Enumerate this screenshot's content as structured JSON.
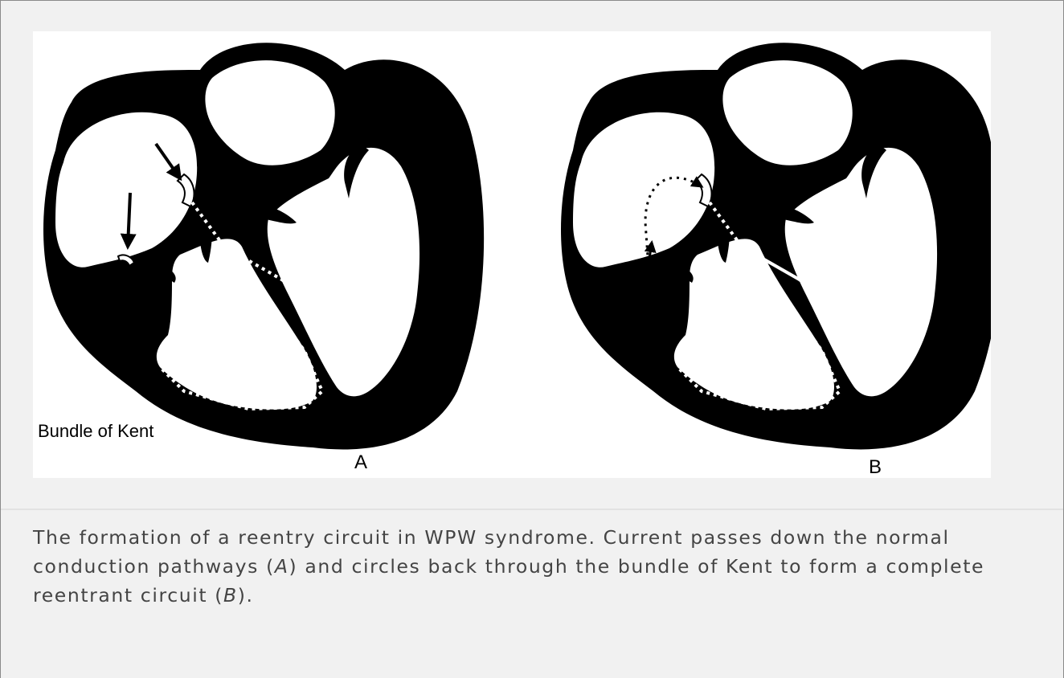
{
  "figure": {
    "kent_label": "Bundle of Kent",
    "panel_a_label": "A",
    "panel_b_label": "B"
  },
  "caption": {
    "part1": "The formation of a reentry circuit in WPW syndrome. Current passes down the normal conduction pathways (",
    "ref_a": "A",
    "part2": ") and circles back through the bundle of Kent to form a complete reentrant circuit (",
    "ref_b": "B",
    "part3": ")."
  },
  "colors": {
    "background": "#f1f1f1",
    "panel": "#ffffff",
    "ink": "#000000",
    "caption_text": "#444444",
    "frame": "#8a8a8a"
  }
}
